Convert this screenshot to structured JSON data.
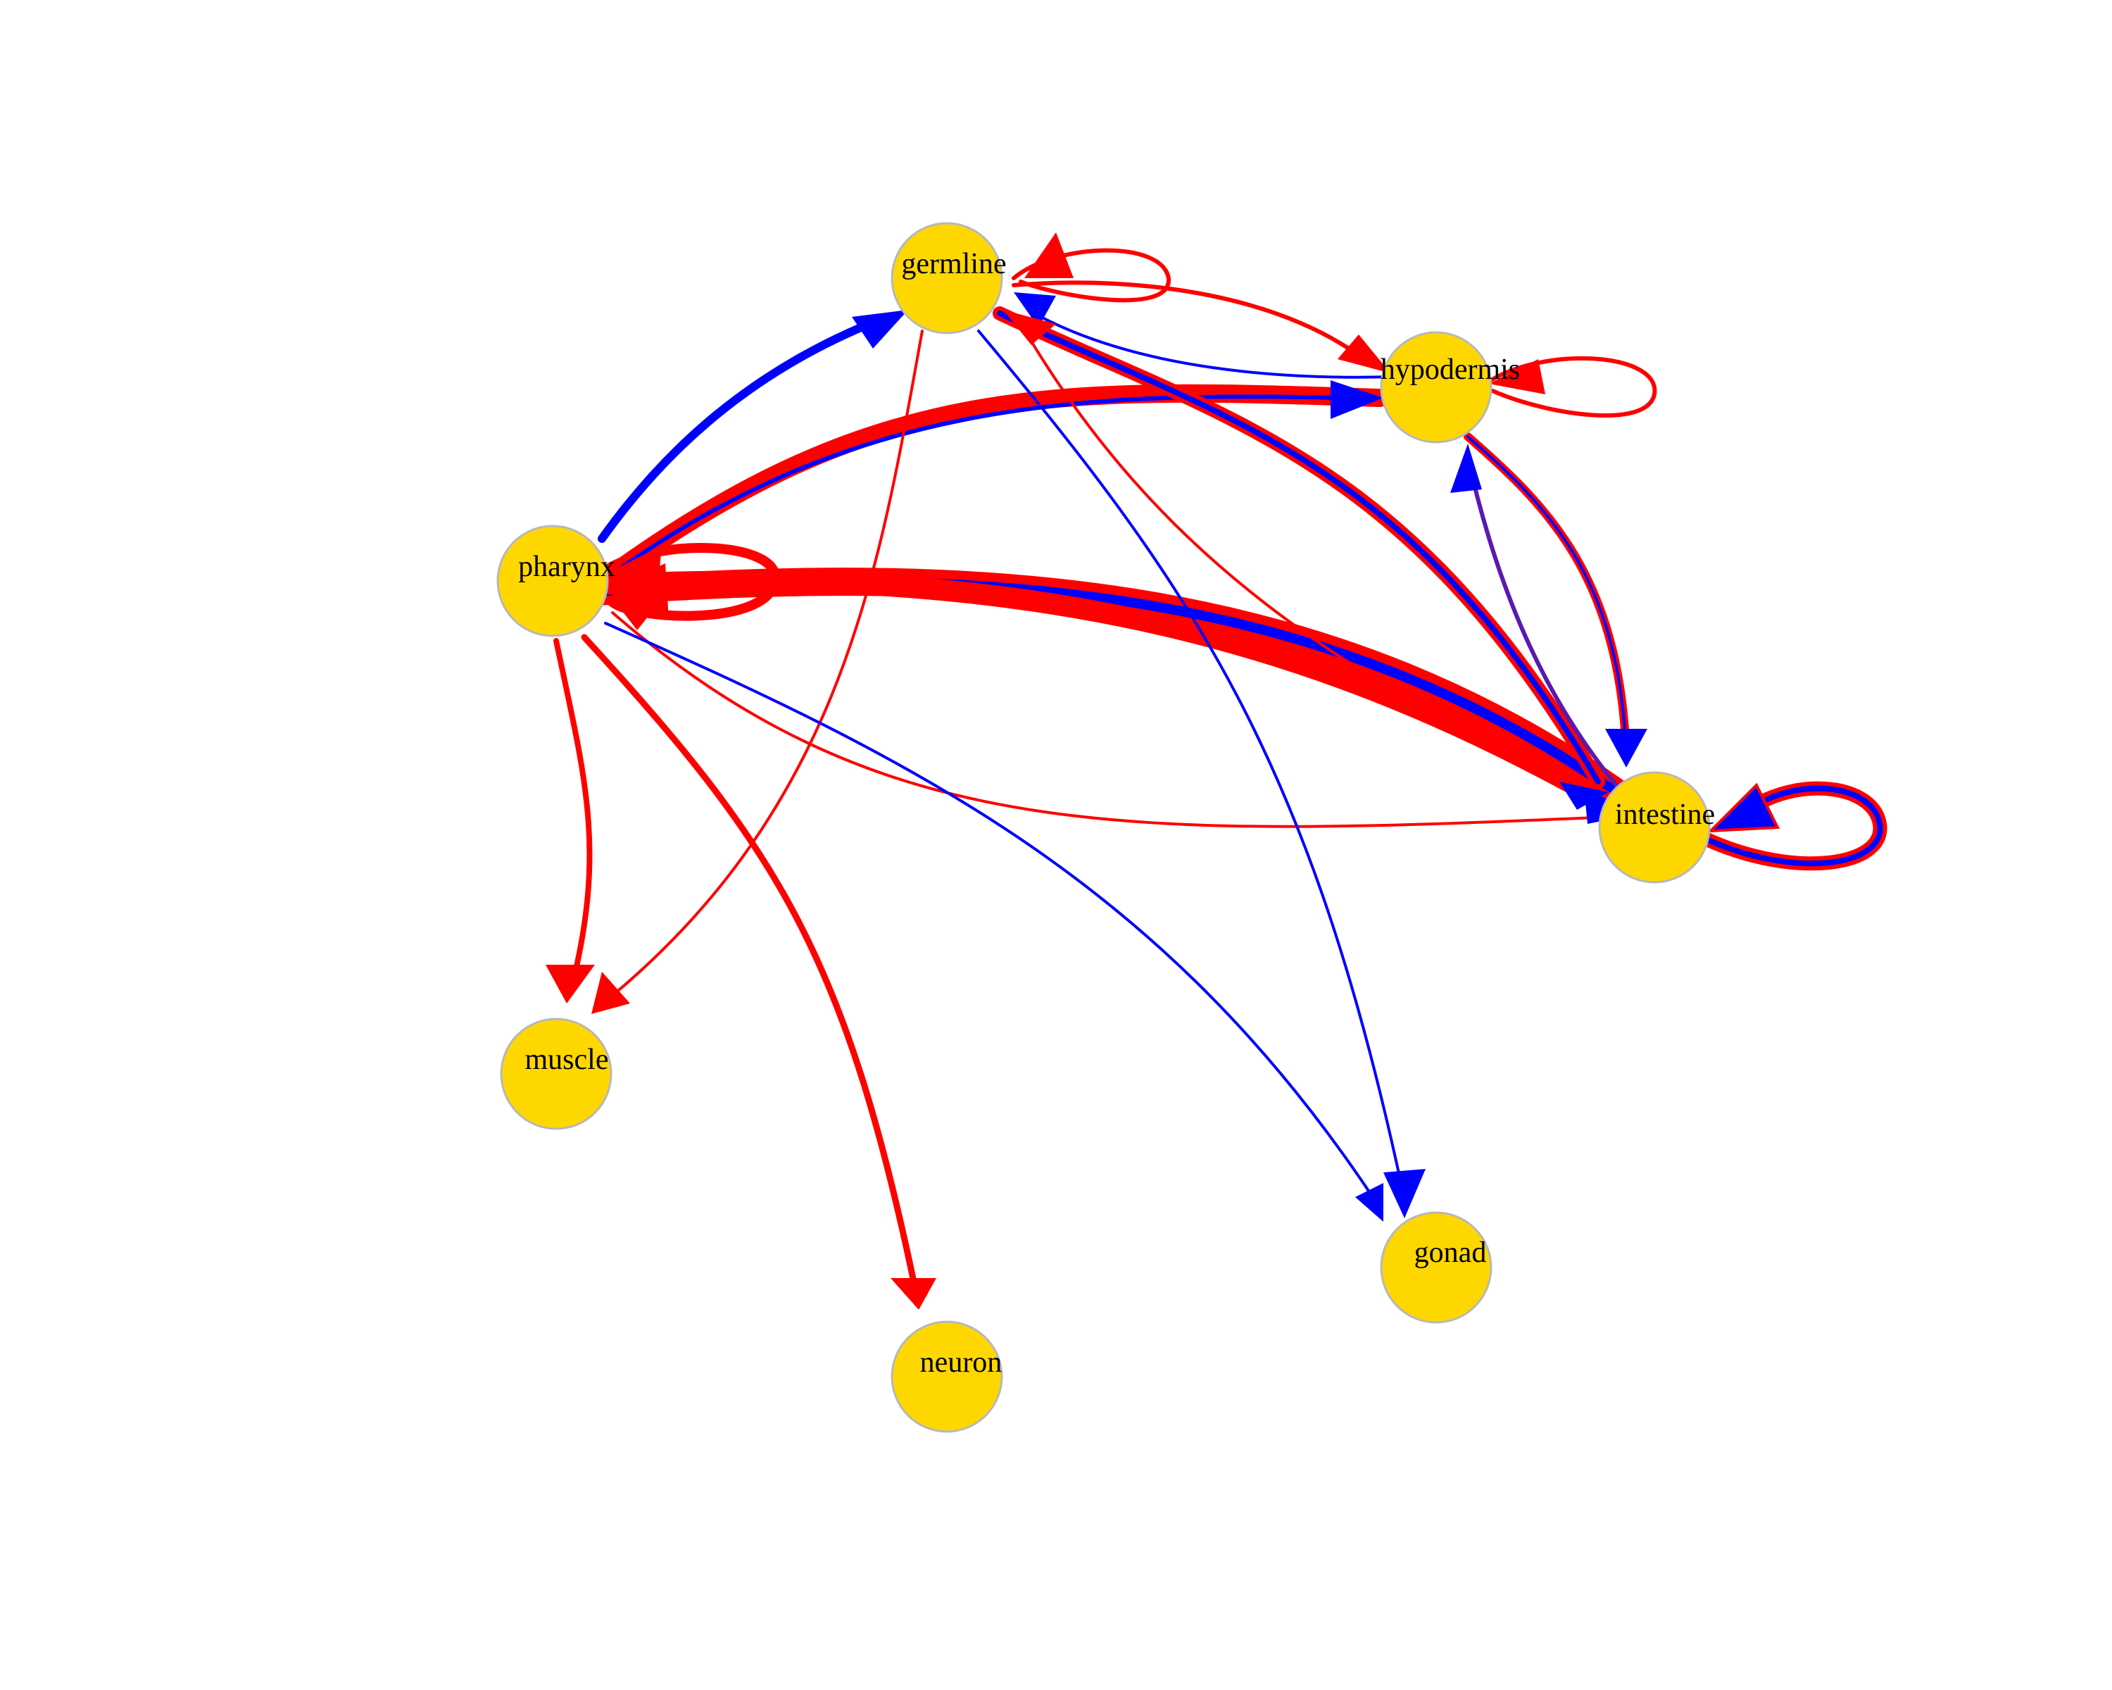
{
  "colors": {
    "node_fill": "#FFD700",
    "node_stroke": "#B8B8B8",
    "edge_red": "#FF0000",
    "edge_blue": "#0000FF",
    "edge_purple": "#5A1AB0",
    "background": "#FFFFFF"
  },
  "nodes": [
    {
      "id": "germline",
      "label": "germline"
    },
    {
      "id": "hypodermis",
      "label": "hypodermis"
    },
    {
      "id": "pharynx",
      "label": "pharynx"
    },
    {
      "id": "intestine",
      "label": "intestine"
    },
    {
      "id": "muscle",
      "label": "muscle"
    },
    {
      "id": "gonad",
      "label": "gonad"
    },
    {
      "id": "neuron",
      "label": "neuron"
    }
  ],
  "edges": [
    {
      "from": "pharynx",
      "to": "germline",
      "color": "blue"
    },
    {
      "from": "pharynx",
      "to": "muscle",
      "color": "red"
    },
    {
      "from": "pharynx",
      "to": "neuron",
      "color": "red"
    },
    {
      "from": "pharynx",
      "to": "gonad",
      "color": "blue"
    },
    {
      "from": "pharynx",
      "to": "pharynx",
      "color": "red",
      "self_loop": true
    },
    {
      "from": "germline",
      "to": "germline",
      "color": "red",
      "self_loop": true
    },
    {
      "from": "germline",
      "to": "hypodermis",
      "color": "red"
    },
    {
      "from": "germline",
      "to": "muscle",
      "color": "red"
    },
    {
      "from": "germline",
      "to": "gonad",
      "color": "blue"
    },
    {
      "from": "germline",
      "to": "intestine",
      "color": "red+blue"
    },
    {
      "from": "hypodermis",
      "to": "hypodermis",
      "color": "red",
      "self_loop": true
    },
    {
      "from": "hypodermis",
      "to": "germline",
      "color": "blue"
    },
    {
      "from": "hypodermis",
      "to": "pharynx",
      "color": "red+blue"
    },
    {
      "from": "pharynx",
      "to": "hypodermis",
      "color": "red+blue"
    },
    {
      "from": "hypodermis",
      "to": "intestine",
      "color": "red+blue"
    },
    {
      "from": "intestine",
      "to": "hypodermis",
      "color": "purple"
    },
    {
      "from": "intestine",
      "to": "germline",
      "color": "red"
    },
    {
      "from": "intestine",
      "to": "pharynx",
      "color": "red+blue"
    },
    {
      "from": "pharynx",
      "to": "intestine",
      "color": "red+blue"
    },
    {
      "from": "intestine",
      "to": "intestine",
      "color": "red+blue",
      "self_loop": true
    }
  ]
}
